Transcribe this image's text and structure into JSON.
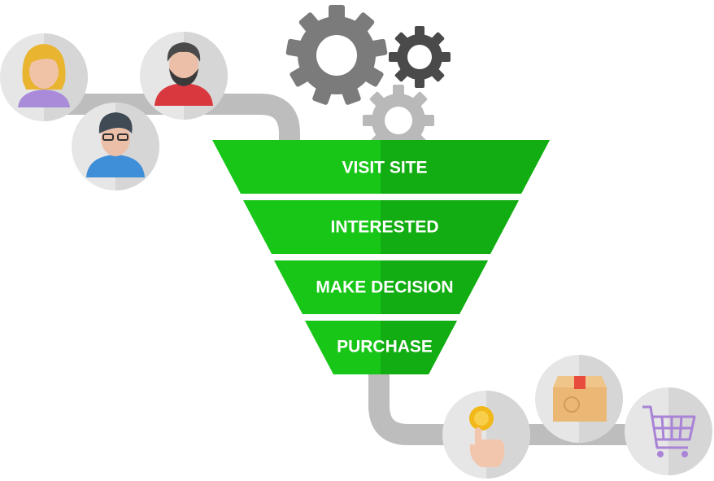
{
  "funnel": {
    "stages": [
      {
        "label": "VISIT SITE"
      },
      {
        "label": "INTERESTED"
      },
      {
        "label": "MAKE DECISION"
      },
      {
        "label": "PURCHASE"
      }
    ],
    "color_main": "#17c617",
    "color_shade": "#12a812"
  },
  "pipe_color": "#bdbdbd",
  "icons": {
    "top_left": [
      "woman-avatar-icon",
      "bearded-man-avatar-icon",
      "man-with-glasses-avatar-icon"
    ],
    "gears": [
      "large-gear-icon",
      "dark-gear-icon",
      "light-gear-icon"
    ],
    "bottom_right": [
      "coin-tap-icon",
      "package-box-icon",
      "shopping-cart-icon"
    ]
  }
}
